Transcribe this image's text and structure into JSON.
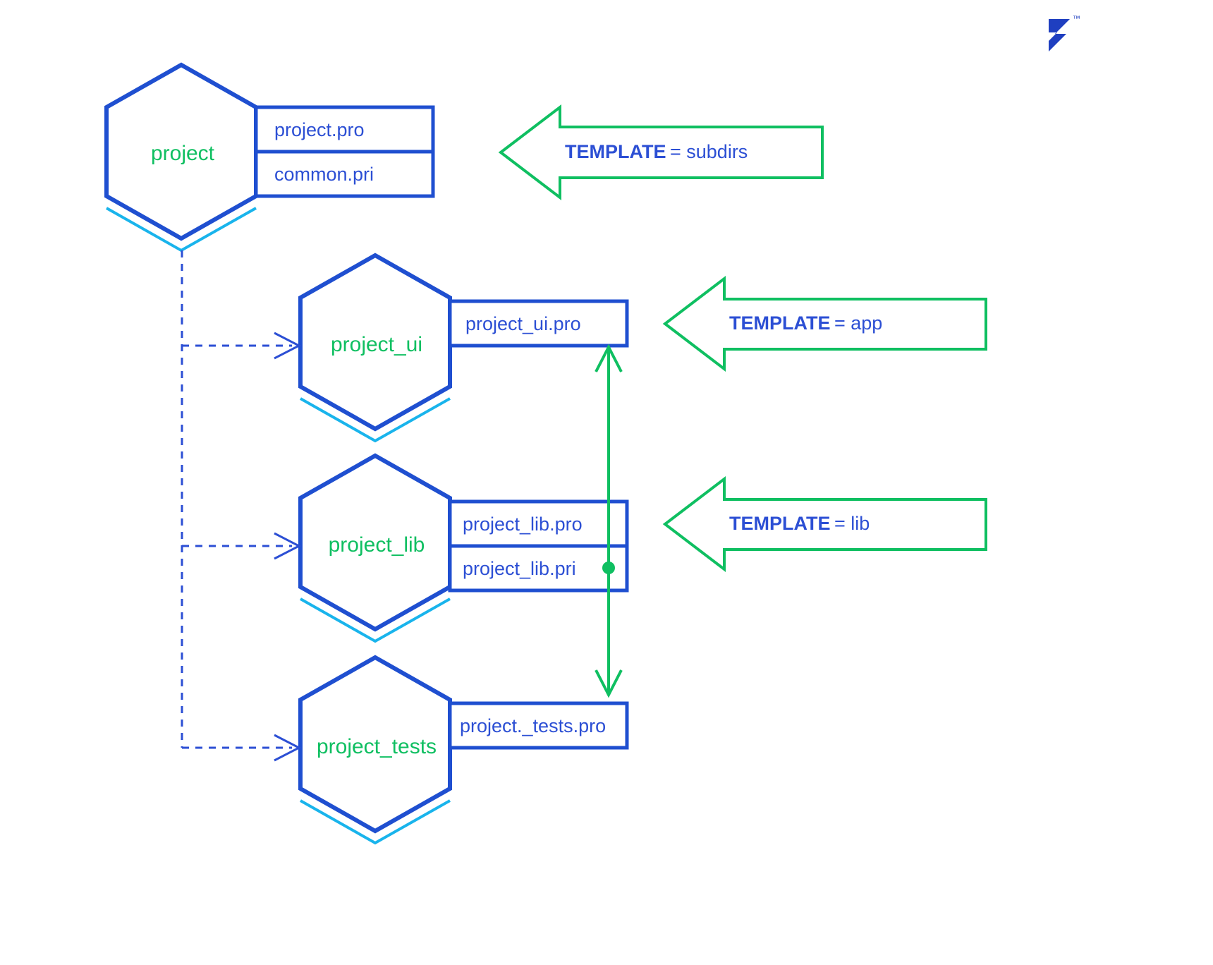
{
  "colors": {
    "node_stroke": "#1f4fd0",
    "node_shadow": "#19b4ec",
    "node_label": "#0fbf61",
    "file_text": "#2c4fd4",
    "callout_stroke": "#0fbf61",
    "callout_text": "#2c4fd4",
    "link_dashed": "#2c4fd4",
    "include_arrow": "#0fbf61",
    "background": "#ffffff",
    "logo": "#1f3fc0"
  },
  "nodes": [
    {
      "id": "project",
      "label": "project",
      "files": [
        "project.pro",
        "common.pri"
      ]
    },
    {
      "id": "project_ui",
      "label": "project_ui",
      "files": [
        "project_ui.pro"
      ]
    },
    {
      "id": "project_lib",
      "label": "project_lib",
      "files": [
        "project_lib.pro",
        "project_lib.pri"
      ]
    },
    {
      "id": "project_tests",
      "label": "project_tests",
      "files": [
        "project._tests.pro"
      ]
    }
  ],
  "callouts": [
    {
      "id": "callout-subdirs",
      "key": "TEMPLATE",
      "value": "= subdirs",
      "target": "project"
    },
    {
      "id": "callout-app",
      "key": "TEMPLATE",
      "value": "= app",
      "target": "project_ui"
    },
    {
      "id": "callout-lib",
      "key": "TEMPLATE",
      "value": "= lib",
      "target": "project_lib"
    }
  ],
  "edges": {
    "subdir_links": [
      {
        "from": "project",
        "to": "project_ui",
        "style": "dashed-arrow"
      },
      {
        "from": "project",
        "to": "project_lib",
        "style": "dashed-arrow"
      },
      {
        "from": "project",
        "to": "project_tests",
        "style": "dashed-arrow"
      }
    ],
    "include_link": {
      "from": "project_lib.pri",
      "to_top": "project_ui.pro",
      "to_bottom": "project._tests.pro",
      "style": "double-headed-arrow",
      "origin_marker": "dot"
    }
  },
  "logo": {
    "name": "toptal-logo",
    "trademark": "™"
  }
}
